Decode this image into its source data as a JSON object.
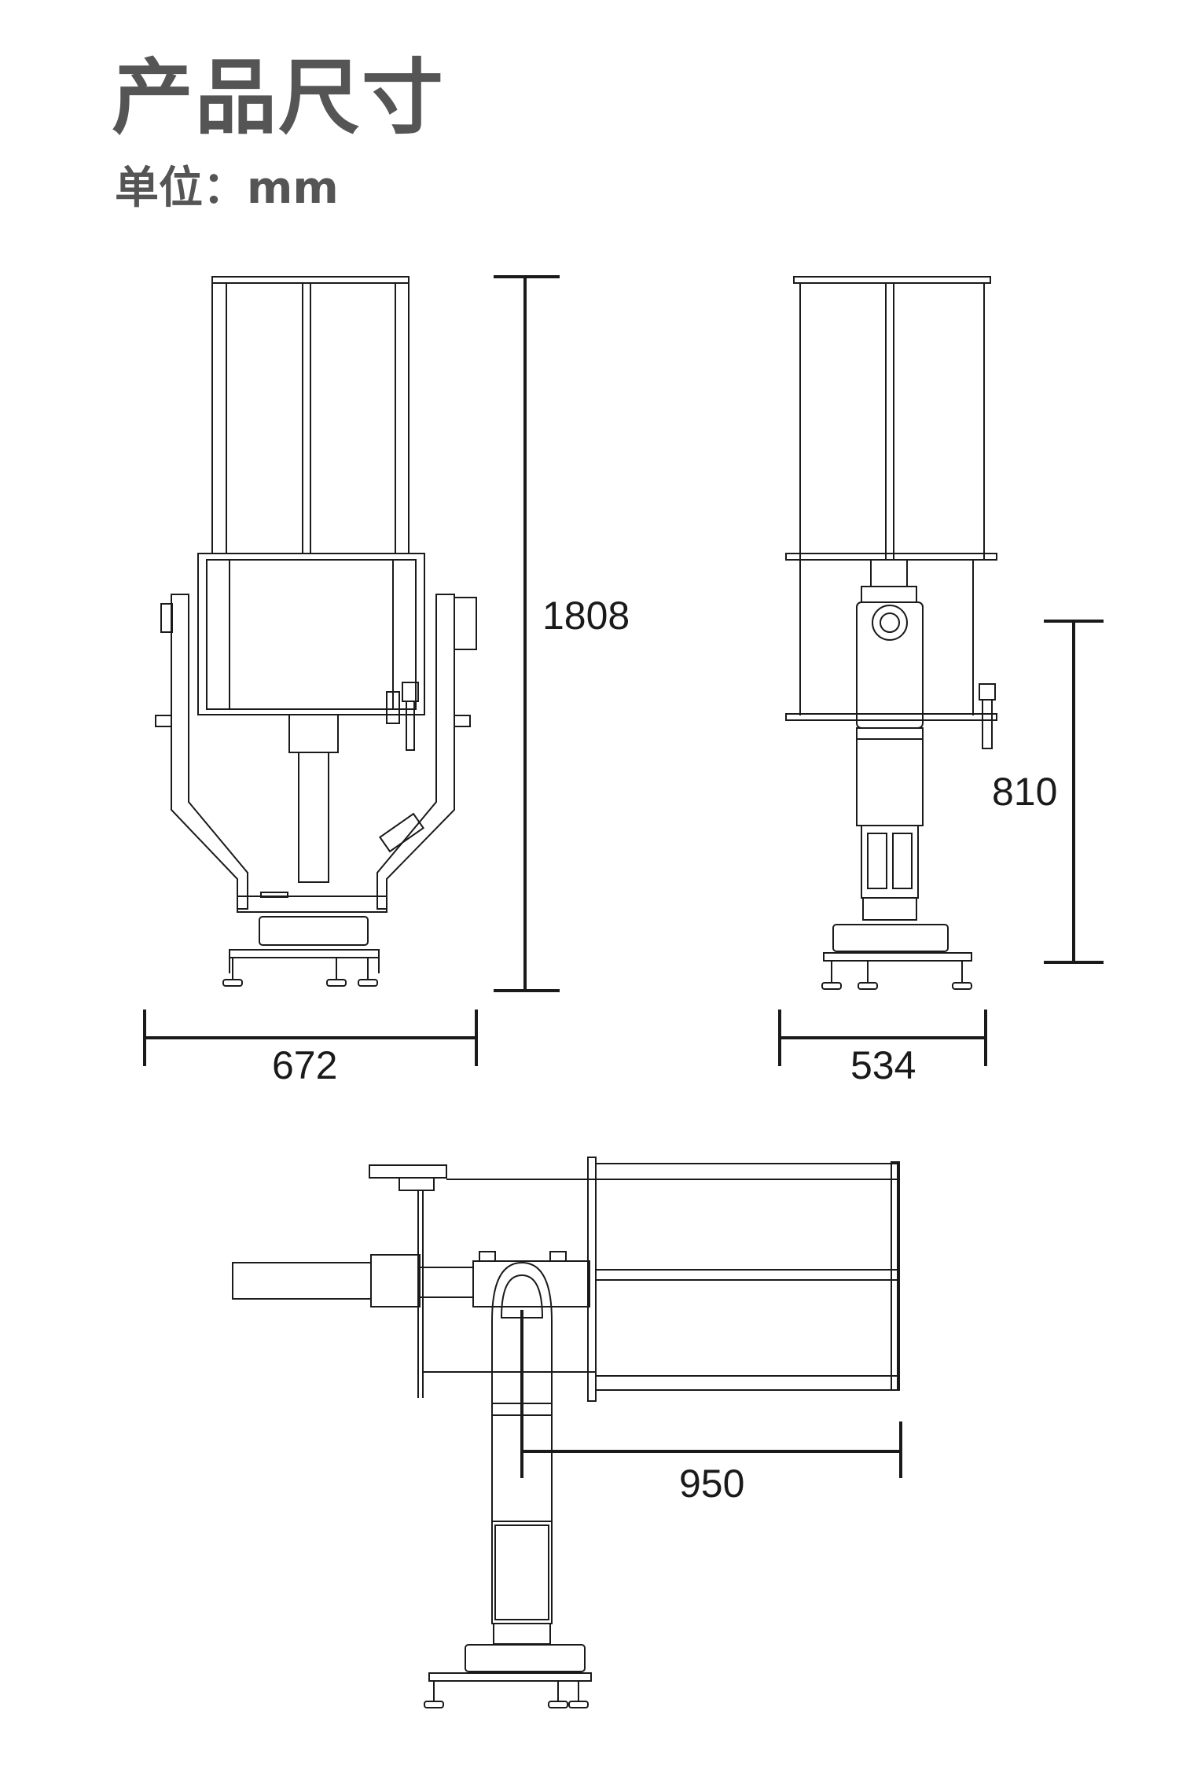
{
  "header": {
    "title": "产品尺寸",
    "unit_label": "单位：mm"
  },
  "dimensions": {
    "front_height": "1808",
    "front_width": "672",
    "side_width": "534",
    "side_height": "810",
    "top_reach": "950"
  },
  "colors": {
    "text_dark": "#555555",
    "line": "#1a1a1a"
  }
}
